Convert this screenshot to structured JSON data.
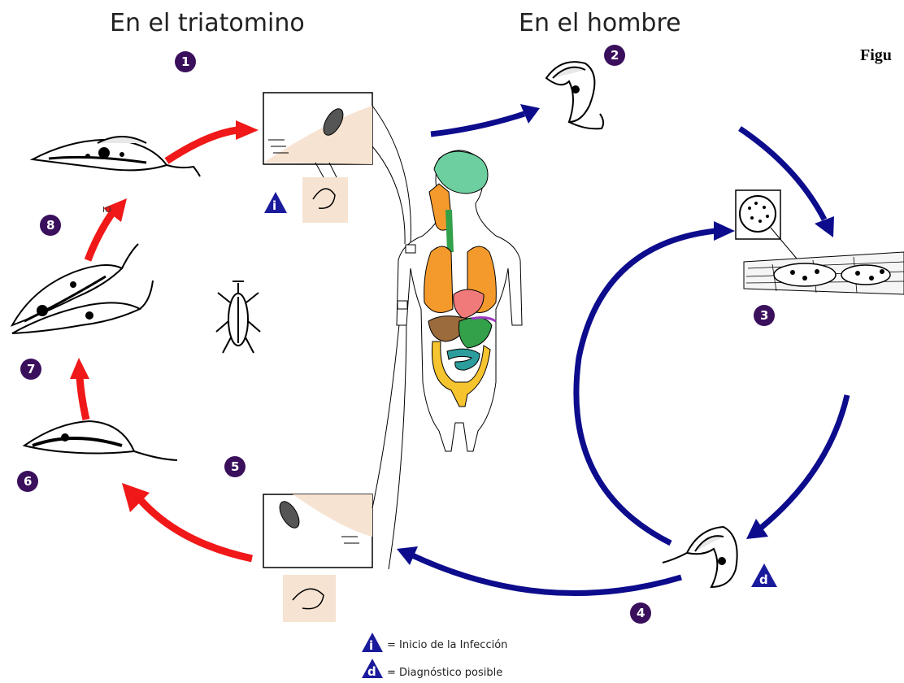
{
  "headers": {
    "vector": "En el triatomino",
    "human": "En el hombre"
  },
  "figure_label": "Figu",
  "stages": [
    "1",
    "2",
    "3",
    "4",
    "5",
    "6",
    "7",
    "8"
  ],
  "small_label": "IO",
  "markers": {
    "infection": "i",
    "diagnosis": "d"
  },
  "legend": {
    "infection": "= Inicio de la Infección",
    "diagnosis": "= Diagnóstico posible"
  },
  "colors": {
    "vector_arrow": "#f01818",
    "human_arrow": "#0c0c8c",
    "stage_badge": "#3a0f5c",
    "marker": "#1a1a9c",
    "skin": "#f7e3d2",
    "brain": "#6dcf9f",
    "lungs": "#f49a2c",
    "heart": "#f07a7a",
    "stomach": "#33a04a",
    "liver": "#9b6b3c",
    "colon": "#f6c42f",
    "small_intestine": "#2c9c9c"
  }
}
